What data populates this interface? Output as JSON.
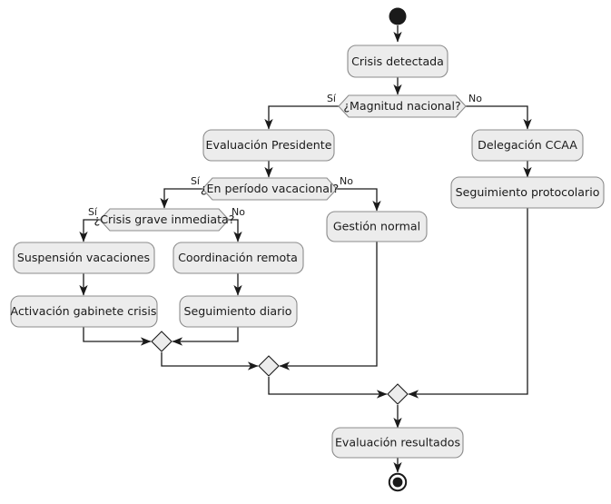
{
  "diagram": {
    "type": "uml-activity-diagram",
    "language": "es",
    "background": "#ffffff",
    "node_fill": "#ececec",
    "node_stroke": "#8c8c8c",
    "edge_stroke": "#1a1a1a",
    "nodes": {
      "start": {
        "kind": "initial-node",
        "label": ""
      },
      "crisis_detectada": {
        "kind": "action",
        "label": "Crisis detectada"
      },
      "magnitud_nacional": {
        "kind": "decision",
        "label": "¿Magnitud nacional?"
      },
      "evaluacion_presidente": {
        "kind": "action",
        "label": "Evaluación Presidente"
      },
      "delegacion_ccaa": {
        "kind": "action",
        "label": "Delegación CCAA"
      },
      "periodo_vacacional": {
        "kind": "decision",
        "label": "¿En período vacacional?"
      },
      "seguimiento_protocolario": {
        "kind": "action",
        "label": "Seguimiento protocolario"
      },
      "crisis_grave": {
        "kind": "decision",
        "label": "¿Crisis grave inmediata?"
      },
      "gestion_normal": {
        "kind": "action",
        "label": "Gestión normal"
      },
      "suspension_vacaciones": {
        "kind": "action",
        "label": "Suspensión vacaciones"
      },
      "coordinacion_remota": {
        "kind": "action",
        "label": "Coordinación remota"
      },
      "activacion_gabinete": {
        "kind": "action",
        "label": "Activación gabinete crisis"
      },
      "seguimiento_diario": {
        "kind": "action",
        "label": "Seguimiento diario"
      },
      "merge_1": {
        "kind": "merge",
        "label": ""
      },
      "merge_2": {
        "kind": "merge",
        "label": ""
      },
      "merge_3": {
        "kind": "merge",
        "label": ""
      },
      "evaluacion_resultados": {
        "kind": "action",
        "label": "Evaluación resultados"
      },
      "end": {
        "kind": "final-node",
        "label": ""
      }
    },
    "edge_labels": {
      "magnitud_si": "Sí",
      "magnitud_no": "No",
      "vacacional_si": "Sí",
      "vacacional_no": "No",
      "grave_si": "Sí",
      "grave_no": "No"
    },
    "edges": [
      {
        "from": "start",
        "to": "crisis_detectada",
        "label": ""
      },
      {
        "from": "crisis_detectada",
        "to": "magnitud_nacional",
        "label": ""
      },
      {
        "from": "magnitud_nacional",
        "to": "evaluacion_presidente",
        "label": "Sí"
      },
      {
        "from": "magnitud_nacional",
        "to": "delegacion_ccaa",
        "label": "No"
      },
      {
        "from": "evaluacion_presidente",
        "to": "periodo_vacacional",
        "label": ""
      },
      {
        "from": "delegacion_ccaa",
        "to": "seguimiento_protocolario",
        "label": ""
      },
      {
        "from": "periodo_vacacional",
        "to": "crisis_grave",
        "label": "Sí"
      },
      {
        "from": "periodo_vacacional",
        "to": "gestion_normal",
        "label": "No"
      },
      {
        "from": "crisis_grave",
        "to": "suspension_vacaciones",
        "label": "Sí"
      },
      {
        "from": "crisis_grave",
        "to": "coordinacion_remota",
        "label": "No"
      },
      {
        "from": "suspension_vacaciones",
        "to": "activacion_gabinete",
        "label": ""
      },
      {
        "from": "coordinacion_remota",
        "to": "seguimiento_diario",
        "label": ""
      },
      {
        "from": "activacion_gabinete",
        "to": "merge_1",
        "label": ""
      },
      {
        "from": "seguimiento_diario",
        "to": "merge_1",
        "label": ""
      },
      {
        "from": "merge_1",
        "to": "merge_2",
        "label": ""
      },
      {
        "from": "gestion_normal",
        "to": "merge_2",
        "label": ""
      },
      {
        "from": "merge_2",
        "to": "merge_3",
        "label": ""
      },
      {
        "from": "seguimiento_protocolario",
        "to": "merge_3",
        "label": ""
      },
      {
        "from": "merge_3",
        "to": "evaluacion_resultados",
        "label": ""
      },
      {
        "from": "evaluacion_resultados",
        "to": "end",
        "label": ""
      }
    ]
  }
}
